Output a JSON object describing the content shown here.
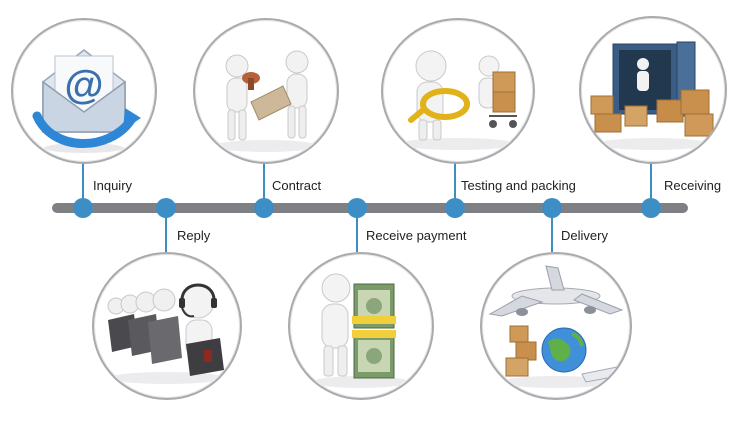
{
  "steps": [
    {
      "label": "Inquiry",
      "icon": "email-envelope-icon"
    },
    {
      "label": "Reply",
      "icon": "customer-service-headset-icon"
    },
    {
      "label": "Contract",
      "icon": "stamp-contract-icon"
    },
    {
      "label": "Receive payment",
      "icon": "money-stack-icon"
    },
    {
      "label": "Testing and packing",
      "icon": "magnifier-packing-icon"
    },
    {
      "label": "Delivery",
      "icon": "airplane-globe-icon"
    },
    {
      "label": "Receiving",
      "icon": "container-boxes-icon"
    }
  ],
  "colors": {
    "node": "#3d8ec5",
    "bar": "#7f8084",
    "circle_border": "#a9aaad"
  }
}
